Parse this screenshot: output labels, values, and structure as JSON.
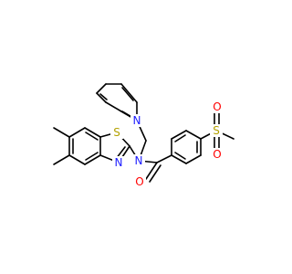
{
  "molecule": {
    "colors": {
      "bond": "#000000",
      "N": "#2020ff",
      "O": "#ff0000",
      "S": "#b3a100"
    },
    "atoms": {
      "s_thiazole": "S",
      "n_thiazole": "N",
      "n_amide": "N",
      "n_pyridine": "N",
      "o_carbonyl": "O",
      "s_sulfonyl": "S",
      "o_sulfonyl_top": "O",
      "o_sulfonyl_bottom": "O"
    }
  }
}
